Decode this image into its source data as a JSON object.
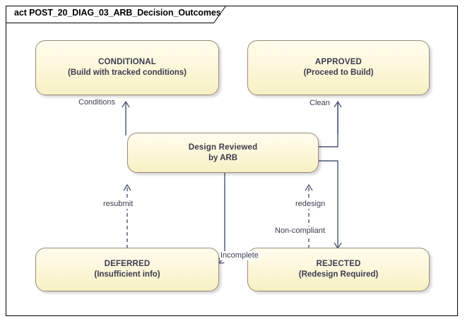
{
  "diagram": {
    "kind": "act",
    "title": "act POST_20_DIAG_03_ARB_Decision_Outcomes",
    "frame_border_color": "#000000",
    "node_fill_color": "#fdf8dd",
    "node_border_color": "#9c8878",
    "edge_color": "#4a5472",
    "text_color": "#3b3b4f"
  },
  "nodes": [
    {
      "id": "conditional",
      "title": "CONDITIONAL",
      "subtitle": "(Build with tracked conditions)"
    },
    {
      "id": "approved",
      "title": "APPROVED",
      "subtitle": "(Proceed to Build)"
    },
    {
      "id": "design_reviewed",
      "title": "Design Reviewed",
      "subtitle": "by ARB"
    },
    {
      "id": "deferred",
      "title": "DEFERRED",
      "subtitle": "(Insufficient info)"
    },
    {
      "id": "rejected",
      "title": "REJECTED",
      "subtitle": "(Redesign Required)"
    }
  ],
  "edges": [
    {
      "id": "conditions",
      "label": "Conditions",
      "from": "design_reviewed",
      "to": "conditional",
      "style": "solid",
      "arrow": "open"
    },
    {
      "id": "clean",
      "label": "Clean",
      "from": "design_reviewed",
      "to": "approved",
      "style": "solid",
      "arrow": "open"
    },
    {
      "id": "resubmit",
      "label": "resubmit",
      "from": "deferred",
      "to": "design_reviewed",
      "style": "dashed",
      "arrow": "open"
    },
    {
      "id": "redesign",
      "label": "redesign",
      "from": "rejected",
      "to": "design_reviewed",
      "style": "dashed",
      "arrow": "open"
    },
    {
      "id": "non_compliant",
      "label": "Non-compliant",
      "from": "design_reviewed",
      "to": "rejected",
      "style": "solid",
      "arrow": "open"
    },
    {
      "id": "incomplete",
      "label": "Incomplete",
      "from": "design_reviewed",
      "to": "deferred",
      "style": "solid",
      "arrow": "open"
    }
  ]
}
